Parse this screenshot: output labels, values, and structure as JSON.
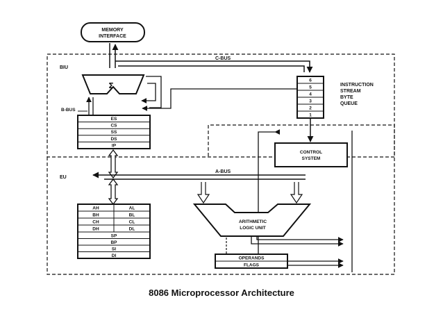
{
  "caption": "8086 Microprocessor Architecture",
  "labels": {
    "memory_interface_1": "MEMORY",
    "memory_interface_2": "INTERFACE",
    "biu": "BIU",
    "eu": "EU",
    "c_bus": "C-BUS",
    "b_bus": "B-BUS",
    "a_bus": "A-BUS",
    "sigma": "Σ",
    "control_1": "CONTROL",
    "control_2": "SYSTEM",
    "alu_1": "ARITHMETIC",
    "alu_2": "LOGIC UNIT",
    "operands": "OPERANDS",
    "flags": "FLAGS"
  },
  "queue": {
    "title": [
      "INSTRUCTION",
      "STREAM",
      "BYTE",
      "QUEUE"
    ],
    "cells": [
      "6",
      "5",
      "4",
      "3",
      "2",
      "1"
    ]
  },
  "segment_registers": [
    "ES",
    "CS",
    "SS",
    "DS",
    "IP"
  ],
  "general_registers": {
    "pairs": [
      [
        "AH",
        "AL"
      ],
      [
        "BH",
        "BL"
      ],
      [
        "CH",
        "CL"
      ],
      [
        "DH",
        "DL"
      ]
    ],
    "singles": [
      "SP",
      "BP",
      "SI",
      "DI"
    ]
  }
}
